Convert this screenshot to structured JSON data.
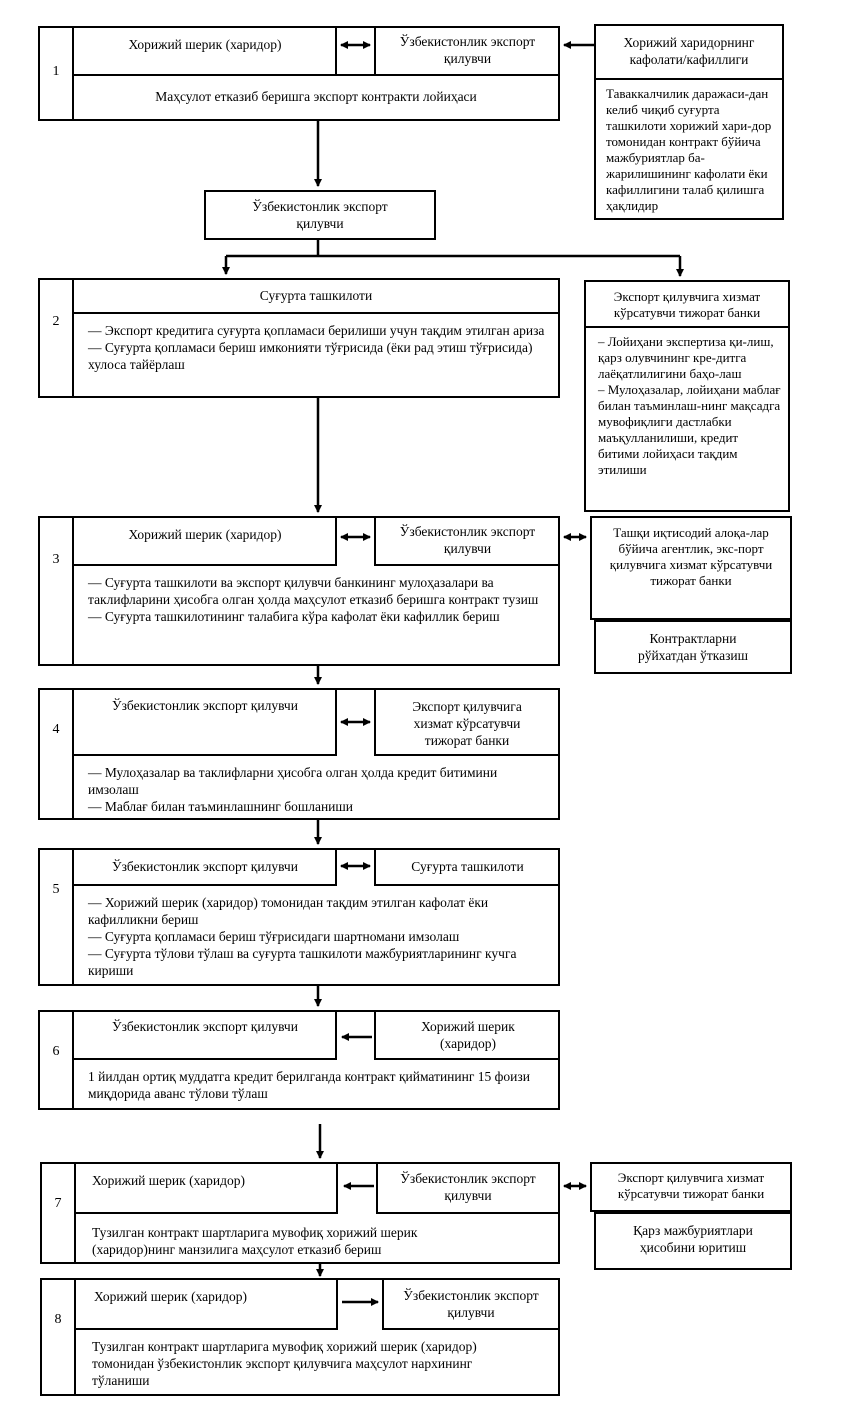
{
  "steps": [
    {
      "number": "1",
      "left": "Хорижий шерик (харидор)",
      "right": "Ўзбекистонлик экспорт қилувчи",
      "body": "Маҳсулот етказиб беришга экспорт контракти лойиҳаси"
    },
    {
      "number": "2",
      "title": "Суғурта ташкилоти",
      "body": "— Экспорт кредитига суғурта қопламаси берилиши учун тақдим этилган ариза\n— Суғурта қопламаси бериш имконияти тўғрисида (ёки рад этиш тўғрисида) хулоса тайёрлаш"
    },
    {
      "number": "3",
      "left": "Хорижий шерик (харидор)",
      "right": "Ўзбекистонлик экспорт қилувчи",
      "body": "— Суғурта ташкилоти ва экспорт қилувчи банкининг мулоҳазалари ва таклифларини ҳисобга олган ҳолда маҳсулот етказиб беришга контракт тузиш\n— Суғурта ташкилотининг талабига кўра кафолат ёки кафиллик бериш"
    },
    {
      "number": "4",
      "left": "Ўзбекистонлик экспорт қилувчи",
      "right": "Экспорт қилувчига хизмат кўрсатувчи тижорат банки",
      "body": "— Мулоҳазалар ва таклифларни ҳисобга олган ҳолда кредит битимини имзолаш\n— Маблағ билан таъминлашнинг бошланиши"
    },
    {
      "number": "5",
      "left": "Ўзбекистонлик экспорт қилувчи",
      "right": "Суғурта ташкилоти",
      "body": "— Хорижий шерик (харидор) томонидан тақдим этилган кафолат ёки кафилликни бериш\n— Суғурта қопламаси бериш тўғрисидаги шартномани имзолаш\n— Суғурта тўлови тўлаш ва суғурта ташкилоти мажбуриятларининг кучга кириши"
    },
    {
      "number": "6",
      "left": "Ўзбекистонлик экспорт қилувчи",
      "right": "Хорижий шерик (харидор)",
      "body": "1 йилдан ортиқ муддатга кредит берилганда контракт қийматининг 15 фоизи миқдорида аванс тўлови тўлаш"
    },
    {
      "number": "7",
      "left": "Хорижий шерик (харидор)",
      "right": "Ўзбекистонлик экспорт қилувчи",
      "body": "Тузилган контракт шартларига мувофиқ хорижий шерик (харидор)нинг манзилига маҳсулот етказиб бериш"
    },
    {
      "number": "8",
      "left": "Хорижий шерик (харидор)",
      "right": "Ўзбекистонлик экспорт қилувчи",
      "body": "Тузилган контракт шартларига мувофиқ хорижий шерик (харидор) томонидан ўзбекистонлик экспорт қилувчига маҳсулот нархининг тўланиши"
    }
  ],
  "middle_box": "Ўзбекистонлик экспорт қилувчи",
  "side_boxes": {
    "guarantee_title": "Хорижий харидорнинг кафолати/кафиллиги",
    "guarantee_body": "Таваккалчилик даражаси-дан келиб чиқиб суғурта ташкилоти хорижий хари-дор томонидан контракт бўйича мажбуриятлар ба-жарилишининг кафолати ёки кафиллигини талаб қилишга ҳақлидир",
    "bank2_title": "Экспорт қилувчига хизмат кўрсатувчи тижорат банки",
    "bank2_body": "– Лойиҳани экспертиза қи-лиш, қарз олувчининг кре-дитга лаёқатлилигини баҳо-лаш\n– Мулоҳазалар, лойиҳани маблағ билан таъминлаш-нинг мақсадга мувофиқлиги дастлабки маъқулланилиши, кредит битими лойиҳаси тақдим этилиши",
    "agency3_title": "Ташқи иқтисодий алоқа-лар бўйича агентлик, экс-порт қилувчига хизмат кўрсатувчи тижорат банки",
    "agency3_body": "Контрактларни рўйхатдан ўтказиш",
    "bank7_title": "Экспорт қилувчига хизмат кўрсатувчи тижорат банки",
    "bank7_body": "Қарз мажбуриятлари ҳисобини юритиш"
  }
}
